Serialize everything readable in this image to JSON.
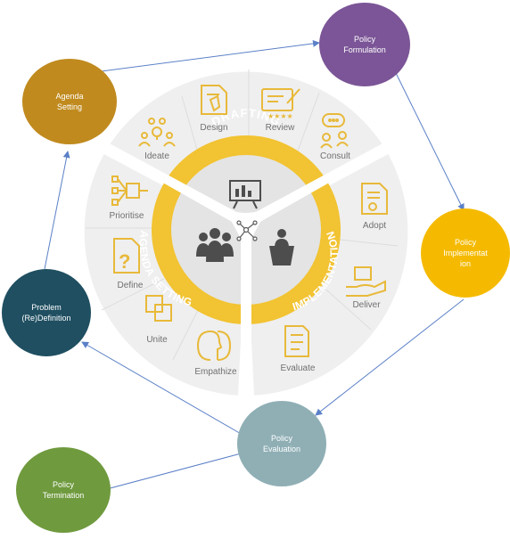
{
  "colors": {
    "agenda": "#C08A1E",
    "formulation": "#7B5597",
    "implementation": "#F5BA00",
    "evaluation": "#8FAFB5",
    "termination": "#6F9A3E",
    "problem": "#1F4F61",
    "ring_yellow": "#F2C332",
    "segment_bg": "#EFEFEF",
    "hub_bg": "#E4E4E4",
    "label_gray": "#707070",
    "icon_gold": "#E8B93A",
    "arrow_blue": "#5B80C7"
  },
  "outer_nodes": {
    "agenda_setting": "Agenda\nSetting",
    "policy_formulation": "Policy\nFormulation",
    "policy_implementation": "Policy\nImplementat\nion",
    "policy_evaluation": "Policy\nEvaluation",
    "policy_termination": "Policy\nTermination",
    "problem_definition": "Problem\n(Re)Definition"
  },
  "ring": {
    "drafting": "DRAFTING",
    "agenda_setting": "AGENDA SETTING",
    "implementation": "IMPLEMENTATION"
  },
  "steps": {
    "ideate": "Ideate",
    "design": "Design",
    "review": "Review",
    "consult": "Consult",
    "prioritise": "Prioritise",
    "define": "Define",
    "unite": "Unite",
    "empathize": "Empathize",
    "adopt": "Adopt",
    "deliver": "Deliver",
    "evaluate": "Evaluate"
  },
  "icons": {
    "ideate": "people-lightbulb-icon",
    "design": "design-document-icon",
    "review": "review-rating-icon",
    "consult": "consult-chat-icon",
    "prioritise": "prioritise-tree-icon",
    "define": "question-document-icon",
    "unite": "overlapping-squares-icon",
    "empathize": "empathy-heads-icon",
    "adopt": "approved-document-icon",
    "deliver": "hand-package-icon",
    "evaluate": "checklist-icon",
    "presentation": "presentation-board-icon",
    "group": "group-people-icon",
    "speaker": "speaker-podium-icon",
    "network": "network-nodes-icon"
  }
}
